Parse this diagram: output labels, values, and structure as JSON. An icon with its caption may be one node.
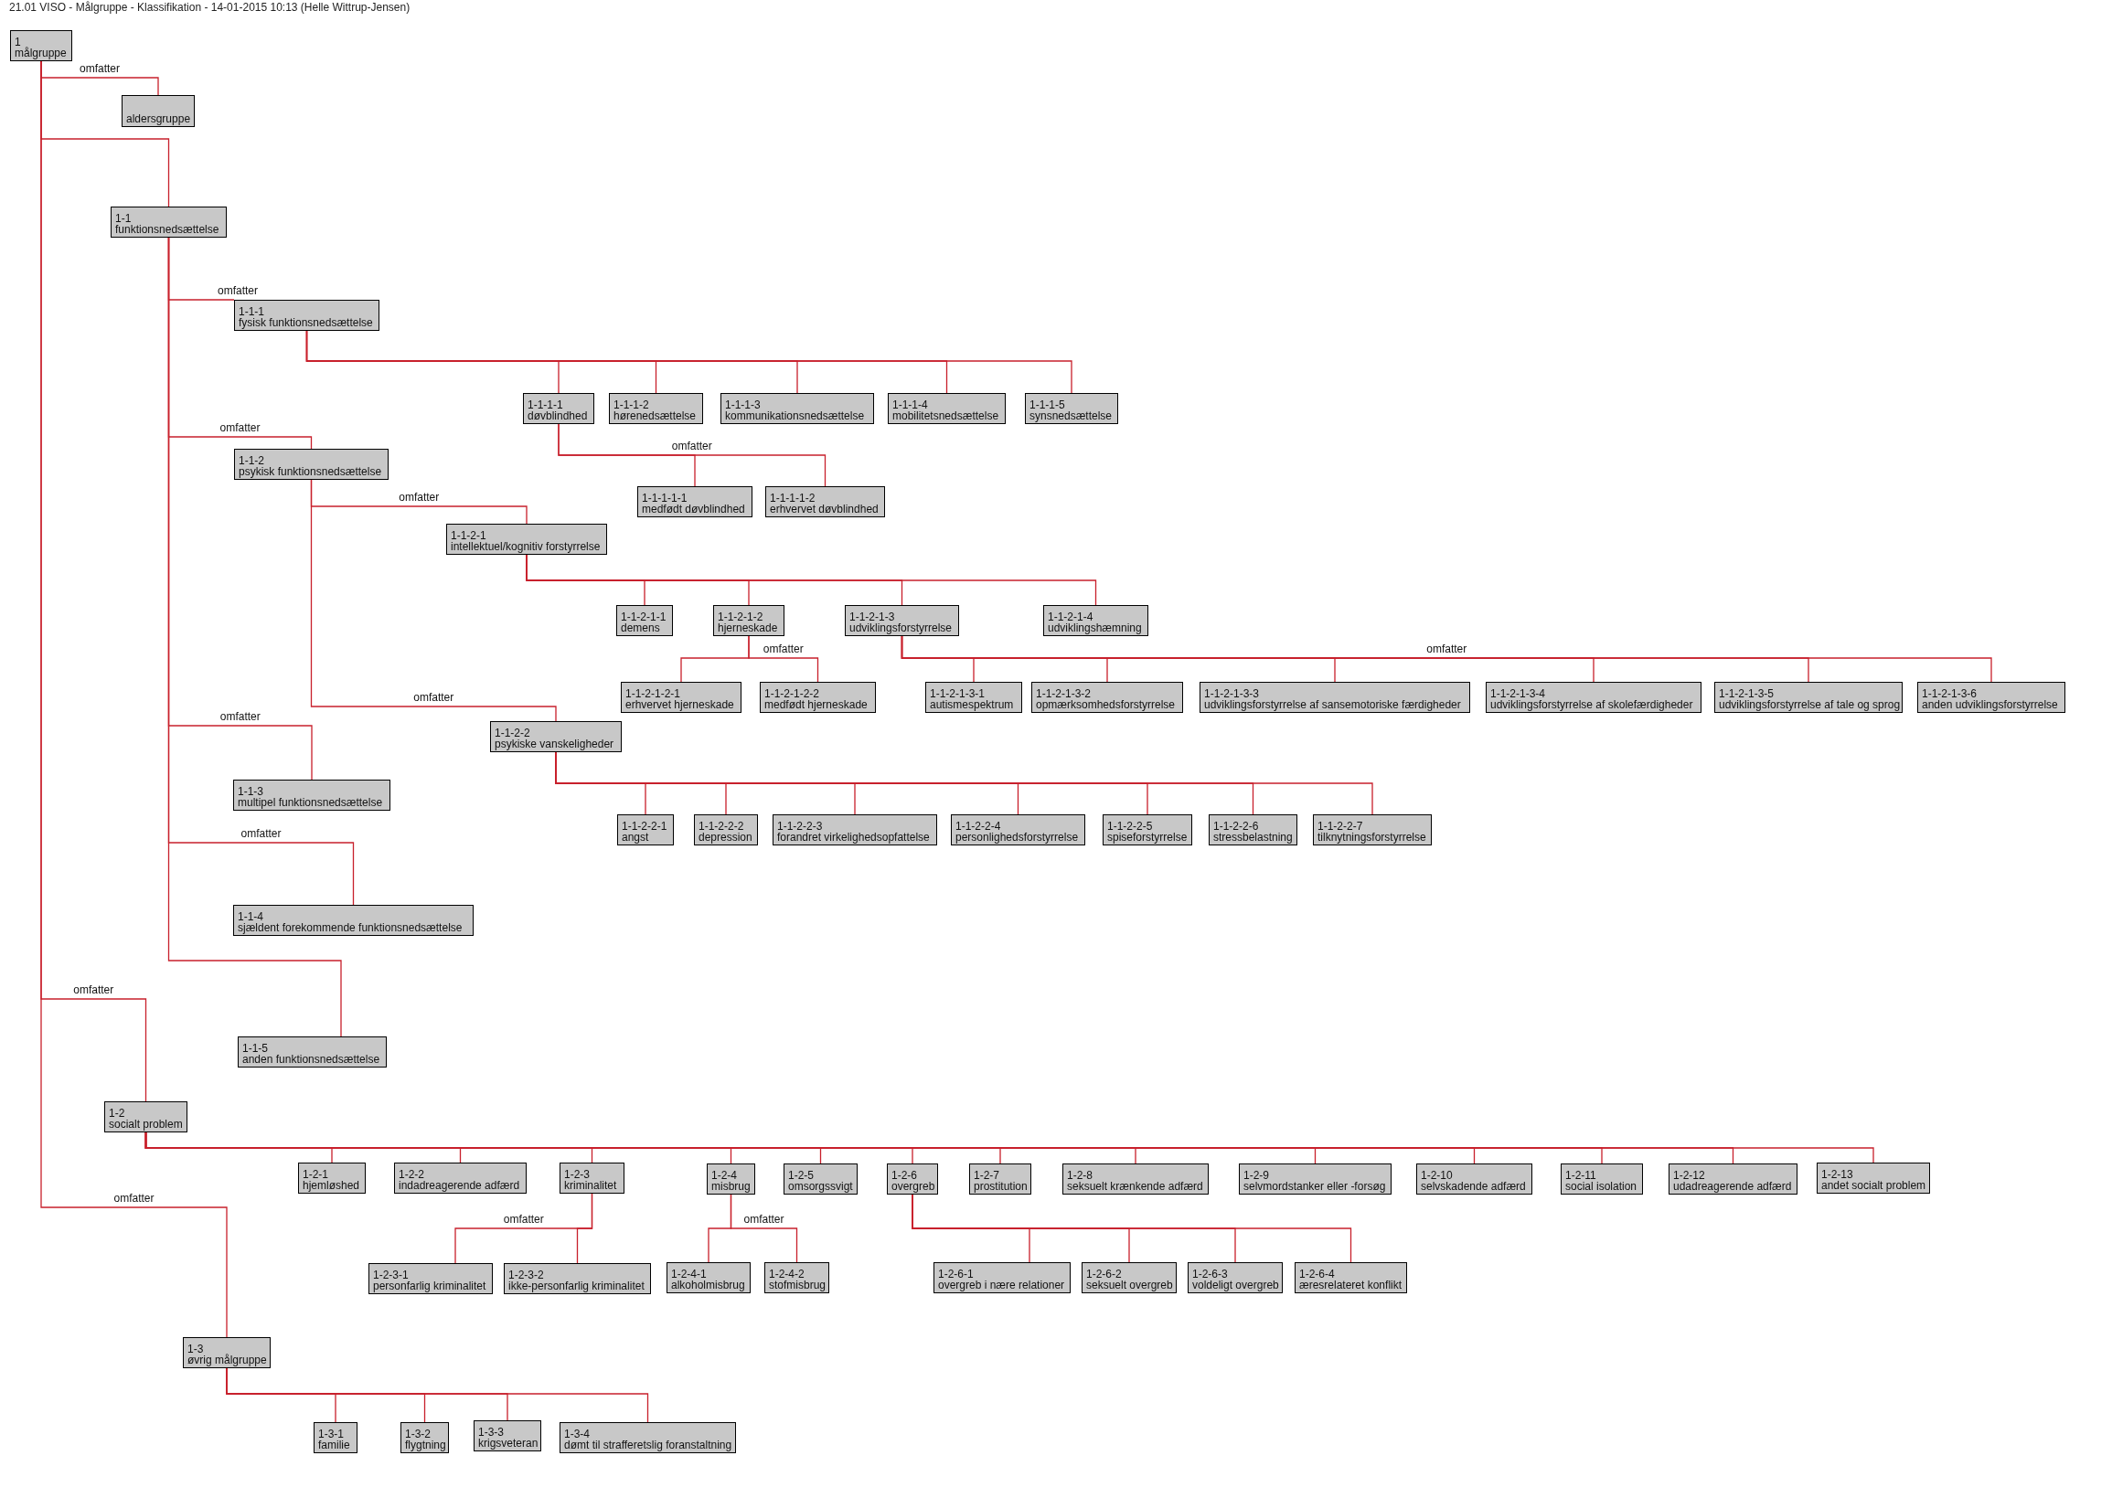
{
  "diagram": {
    "title": "21.01 VISO - Målgruppe - Klassifikation - 14-01-2015 10:13 (Helle Wittrup-Jensen)",
    "nodes": [
      {
        "text": [
          "1",
          "målgruppe"
        ]
      },
      {
        "text": [
          "aldersgruppe"
        ]
      },
      {
        "text": [
          "1-1",
          "funktionsnedsættelse"
        ]
      },
      {
        "text": [
          "1-1-1",
          "fysisk funktionsnedsættelse"
        ]
      },
      {
        "text": [
          "1-1-1-1",
          "døvblindhed"
        ]
      },
      {
        "text": [
          "1-1-1-1-1",
          "medfødt døvblindhed"
        ]
      },
      {
        "text": [
          "1-1-1-1-2",
          "erhvervet døvblindhed"
        ]
      },
      {
        "text": [
          "1-1-1-2",
          "hørenedsættelse"
        ]
      },
      {
        "text": [
          "1-1-1-3",
          "kommunikationsnedsættelse"
        ]
      },
      {
        "text": [
          "1-1-1-4",
          "mobilitetsnedsættelse"
        ]
      },
      {
        "text": [
          "1-1-1-5",
          "synsnedsættelse"
        ]
      },
      {
        "text": [
          "1-1-2",
          "psykisk funktionsnedsættelse"
        ]
      },
      {
        "text": [
          "1-1-2-1",
          "intellektuel/kognitiv forstyrrelse"
        ]
      },
      {
        "text": [
          "1-1-2-1-1",
          "demens"
        ]
      },
      {
        "text": [
          "1-1-2-1-2",
          "hjerneskade"
        ]
      },
      {
        "text": [
          "1-1-2-1-2-1",
          "erhvervet hjerneskade"
        ]
      },
      {
        "text": [
          "1-1-2-1-2-2",
          "medfødt hjerneskade"
        ]
      },
      {
        "text": [
          "1-1-2-1-3",
          "udviklingsforstyrrelse"
        ]
      },
      {
        "text": [
          "1-1-2-1-3-1",
          "autismespektrum"
        ]
      },
      {
        "text": [
          "1-1-2-1-3-2",
          "opmærksomhedsforstyrrelse"
        ]
      },
      {
        "text": [
          "1-1-2-1-3-3",
          "udviklingsforstyrrelse af sansemotoriske færdigheder"
        ]
      },
      {
        "text": [
          "1-1-2-1-3-4",
          "udviklingsforstyrrelse af skolefærdigheder"
        ]
      },
      {
        "text": [
          "1-1-2-1-3-5",
          "udviklingsforstyrrelse af tale og sprog"
        ]
      },
      {
        "text": [
          "1-1-2-1-3-6",
          "anden udviklingsforstyrrelse"
        ]
      },
      {
        "text": [
          "1-1-2-1-4",
          "udviklingshæmning"
        ]
      },
      {
        "text": [
          "1-1-2-2",
          "psykiske vanskeligheder"
        ]
      },
      {
        "text": [
          "1-1-2-2-1",
          "angst"
        ]
      },
      {
        "text": [
          "1-1-2-2-2",
          "depression"
        ]
      },
      {
        "text": [
          "1-1-2-2-3",
          "forandret virkelighedsopfattelse"
        ]
      },
      {
        "text": [
          "1-1-2-2-4",
          "personlighedsforstyrrelse"
        ]
      },
      {
        "text": [
          "1-1-2-2-5",
          "spiseforstyrrelse"
        ]
      },
      {
        "text": [
          "1-1-2-2-6",
          "stressbelastning"
        ]
      },
      {
        "text": [
          "1-1-2-2-7",
          "tilknytningsforstyrrelse"
        ]
      },
      {
        "text": [
          "1-1-3",
          "multipel funktionsnedsættelse"
        ]
      },
      {
        "text": [
          "1-1-4",
          "sjældent forekommende funktionsnedsættelse"
        ]
      },
      {
        "text": [
          "1-1-5",
          "anden funktionsnedsættelse"
        ]
      },
      {
        "text": [
          "1-2",
          "socialt problem"
        ]
      },
      {
        "text": [
          "1-2-1",
          "hjemløshed"
        ]
      },
      {
        "text": [
          "1-2-2",
          "indadreagerende adfærd"
        ]
      },
      {
        "text": [
          "1-2-3",
          "kriminalitet"
        ]
      },
      {
        "text": [
          "1-2-3-1",
          "personfarlig kriminalitet"
        ]
      },
      {
        "text": [
          "1-2-3-2",
          "ikke-personfarlig kriminalitet"
        ]
      },
      {
        "text": [
          "1-2-4",
          "misbrug"
        ]
      },
      {
        "text": [
          "1-2-4-1",
          "alkoholmisbrug"
        ]
      },
      {
        "text": [
          "1-2-4-2",
          "stofmisbrug"
        ]
      },
      {
        "text": [
          "1-2-5",
          "omsorgssvigt"
        ]
      },
      {
        "text": [
          "1-2-6",
          "overgreb"
        ]
      },
      {
        "text": [
          "1-2-6-1",
          "overgreb i nære relationer"
        ]
      },
      {
        "text": [
          "1-2-6-2",
          "seksuelt overgreb"
        ]
      },
      {
        "text": [
          "1-2-6-3",
          "voldeligt overgreb"
        ]
      },
      {
        "text": [
          "1-2-6-4",
          "æresrelateret konflikt"
        ]
      },
      {
        "text": [
          "1-2-7",
          "prostitution"
        ]
      },
      {
        "text": [
          "1-2-8",
          "seksuelt krænkende adfærd"
        ]
      },
      {
        "text": [
          "1-2-9",
          "selvmordstanker eller -forsøg"
        ]
      },
      {
        "text": [
          "1-2-10",
          "selvskadende adfærd"
        ]
      },
      {
        "text": [
          "1-2-11",
          "social isolation"
        ]
      },
      {
        "text": [
          "1-2-12",
          "udadreagerende adfærd"
        ]
      },
      {
        "text": [
          "1-2-13",
          "andet socialt problem"
        ]
      },
      {
        "text": [
          "1-3",
          "øvrig målgruppe"
        ]
      },
      {
        "text": [
          "1-3-1",
          "familie"
        ]
      },
      {
        "text": [
          "1-3-2",
          "flygtning"
        ]
      },
      {
        "text": [
          "1-3-3",
          "krigsveteran"
        ]
      },
      {
        "text": [
          "1-3-4",
          "dømt til strafferetslig foranstaltning"
        ]
      }
    ],
    "edges": [
      {
        "from": 0,
        "to": 1,
        "arrow": "none",
        "label": "omfatter"
      },
      {
        "from": 0,
        "to": 2,
        "arrow": "none"
      },
      {
        "from": 2,
        "to": 3,
        "arrow": "none",
        "label": "omfatter"
      },
      {
        "from": 3,
        "to": 4,
        "arrow": "none"
      },
      {
        "from": 4,
        "to": 5,
        "arrow": "none"
      },
      {
        "from": 4,
        "to": 6,
        "arrow": "none",
        "label": "omfatter"
      },
      {
        "from": 3,
        "to": 7,
        "arrow": "none"
      },
      {
        "from": 3,
        "to": 8,
        "arrow": "none"
      },
      {
        "from": 3,
        "to": 9,
        "arrow": "none"
      },
      {
        "from": 3,
        "to": 10,
        "arrow": "none"
      },
      {
        "from": 2,
        "to": 11,
        "arrow": "none",
        "label": "omfatter"
      },
      {
        "from": 11,
        "to": 12,
        "arrow": "none",
        "label": "omfatter"
      },
      {
        "from": 12,
        "to": 13,
        "arrow": "none"
      },
      {
        "from": 12,
        "to": 14,
        "arrow": "none"
      },
      {
        "from": 14,
        "to": 15,
        "arrow": "none"
      },
      {
        "from": 14,
        "to": 16,
        "arrow": "none",
        "label": "omfatter"
      },
      {
        "from": 12,
        "to": 17,
        "arrow": "none"
      },
      {
        "from": 17,
        "to": 18,
        "arrow": "none"
      },
      {
        "from": 17,
        "to": 19,
        "arrow": "none"
      },
      {
        "from": 17,
        "to": 20,
        "arrow": "none"
      },
      {
        "from": 17,
        "to": 21,
        "arrow": "none"
      },
      {
        "from": 17,
        "to": 22,
        "arrow": "none"
      },
      {
        "from": 17,
        "to": 23,
        "arrow": "none",
        "label": "omfatter"
      },
      {
        "from": 12,
        "to": 24,
        "arrow": "none"
      },
      {
        "from": 11,
        "to": 25,
        "arrow": "none",
        "label": "omfatter"
      },
      {
        "from": 25,
        "to": 26,
        "arrow": "none"
      },
      {
        "from": 25,
        "to": 27,
        "arrow": "none"
      },
      {
        "from": 25,
        "to": 28,
        "arrow": "none"
      },
      {
        "from": 25,
        "to": 29,
        "arrow": "none"
      },
      {
        "from": 25,
        "to": 30,
        "arrow": "none"
      },
      {
        "from": 25,
        "to": 31,
        "arrow": "none"
      },
      {
        "from": 25,
        "to": 32,
        "arrow": "none"
      },
      {
        "from": 2,
        "to": 33,
        "arrow": "none",
        "label": "omfatter"
      },
      {
        "from": 2,
        "to": 34,
        "arrow": "none",
        "label": "omfatter"
      },
      {
        "from": 2,
        "to": 35,
        "arrow": "none"
      },
      {
        "from": 0,
        "to": 36,
        "arrow": "none",
        "label": "omfatter"
      },
      {
        "from": 36,
        "to": 37,
        "arrow": "none"
      },
      {
        "from": 36,
        "to": 38,
        "arrow": "none"
      },
      {
        "from": 36,
        "to": 39,
        "arrow": "none"
      },
      {
        "from": 39,
        "to": 40,
        "arrow": "none",
        "label": "omfatter"
      },
      {
        "from": 39,
        "to": 41,
        "arrow": "none"
      },
      {
        "from": 36,
        "to": 42,
        "arrow": "none"
      },
      {
        "from": 42,
        "to": 43,
        "arrow": "none"
      },
      {
        "from": 42,
        "to": 44,
        "arrow": "none",
        "label": "omfatter"
      },
      {
        "from": 36,
        "to": 45,
        "arrow": "none"
      },
      {
        "from": 36,
        "to": 46,
        "arrow": "none"
      },
      {
        "from": 46,
        "to": 47,
        "arrow": "none"
      },
      {
        "from": 46,
        "to": 48,
        "arrow": "none"
      },
      {
        "from": 46,
        "to": 49,
        "arrow": "none"
      },
      {
        "from": 46,
        "to": 50,
        "arrow": "none"
      },
      {
        "from": 36,
        "to": 51,
        "arrow": "none"
      },
      {
        "from": 36,
        "to": 52,
        "arrow": "none"
      },
      {
        "from": 36,
        "to": 53,
        "arrow": "none"
      },
      {
        "from": 36,
        "to": 54,
        "arrow": "none"
      },
      {
        "from": 36,
        "to": 55,
        "arrow": "none"
      },
      {
        "from": 36,
        "to": 56,
        "arrow": "none"
      },
      {
        "from": 36,
        "to": 57,
        "arrow": "none"
      },
      {
        "from": 0,
        "to": 58,
        "arrow": "none",
        "label": "omfatter"
      },
      {
        "from": 58,
        "to": 59,
        "arrow": "none"
      },
      {
        "from": 58,
        "to": 60,
        "arrow": "none"
      },
      {
        "from": 58,
        "to": 61,
        "arrow": "none"
      },
      {
        "from": 58,
        "to": 62,
        "arrow": "none"
      }
    ]
  }
}
